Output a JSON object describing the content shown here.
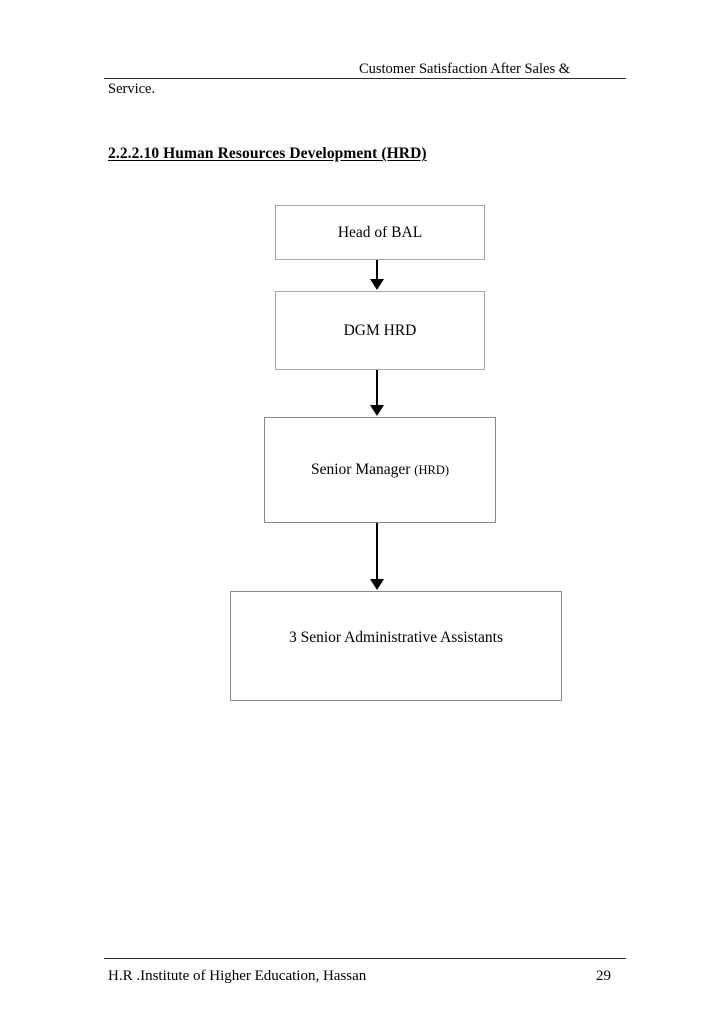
{
  "header": {
    "title": "Customer Satisfaction After Sales &",
    "continuation": "Service."
  },
  "section": {
    "number": "2.2.2.10",
    "heading": "2.2.2.10  Human Resources Development (HRD)"
  },
  "chart_data": {
    "type": "diagram",
    "title": "Human Resources Development (HRD)",
    "orientation": "top-down",
    "nodes": [
      {
        "id": "head-of-bal",
        "label": "Head of BAL",
        "level": 1
      },
      {
        "id": "dgm-hrd",
        "label": "DGM HRD",
        "level": 2
      },
      {
        "id": "senior-manager",
        "label": "Senior Manager ",
        "label_sub": "(HRD)",
        "level": 3
      },
      {
        "id": "admin-assistants",
        "label": "3 Senior Administrative Assistants",
        "level": 4
      }
    ],
    "edges": [
      {
        "from": "head-of-bal",
        "to": "dgm-hrd",
        "style": "arrow"
      },
      {
        "from": "dgm-hrd",
        "to": "senior-manager",
        "style": "arrow"
      },
      {
        "from": "senior-manager",
        "to": "admin-assistants",
        "style": "arrow"
      }
    ]
  },
  "footer": {
    "institution": "H.R .Institute of Higher Education, Hassan",
    "page_number": "29"
  }
}
